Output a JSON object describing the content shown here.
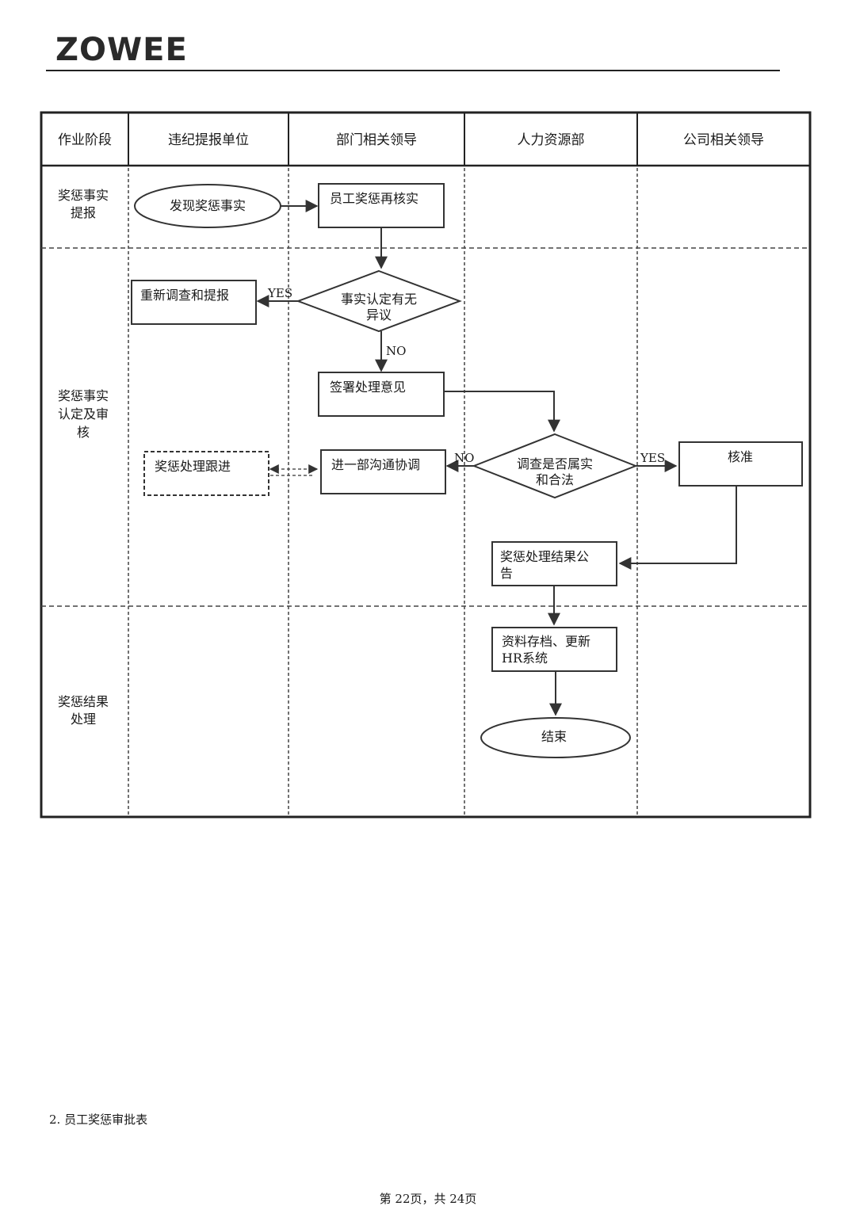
{
  "header": {
    "logo": "ZOWEE"
  },
  "columns": [
    "作业阶段",
    "违纪提报单位",
    "部门相关领导",
    "人力资源部",
    "公司相关领导"
  ],
  "phases": [
    {
      "id": "phase1",
      "lines": [
        "奖惩事实",
        "提报"
      ]
    },
    {
      "id": "phase2",
      "lines": [
        "奖惩事实",
        "认定及审",
        "核"
      ]
    },
    {
      "id": "phase3",
      "lines": [
        "奖惩结果",
        "处理"
      ]
    }
  ],
  "nodes": {
    "start": {
      "lines": [
        "发现奖惩事实"
      ]
    },
    "recheck": {
      "lines": [
        "员工奖惩再核实"
      ]
    },
    "decision1": {
      "lines": [
        "事实认定有无",
        "异议"
      ]
    },
    "reinvestigate": {
      "lines": [
        "重新调查和提报"
      ]
    },
    "sign": {
      "lines": [
        "签署处理意见"
      ]
    },
    "decision2": {
      "lines": [
        "调查是否属实",
        "和合法"
      ]
    },
    "communicate": {
      "lines": [
        "进一部沟通协调"
      ]
    },
    "followup": {
      "lines": [
        "奖惩处理跟进"
      ]
    },
    "approve": {
      "lines": [
        "核准"
      ]
    },
    "announce": {
      "lines": [
        "奖惩处理结果公",
        "告"
      ]
    },
    "archive": {
      "lines": [
        "资料存档、更新",
        "HR系统"
      ]
    },
    "end": {
      "lines": [
        "结束"
      ]
    }
  },
  "edge_labels": {
    "yes1": "YES",
    "no1": "NO",
    "no2": "NO",
    "yes2": "YES"
  },
  "section_note": "2. 员工奖惩审批表",
  "footer": "第 22页，共 24页"
}
